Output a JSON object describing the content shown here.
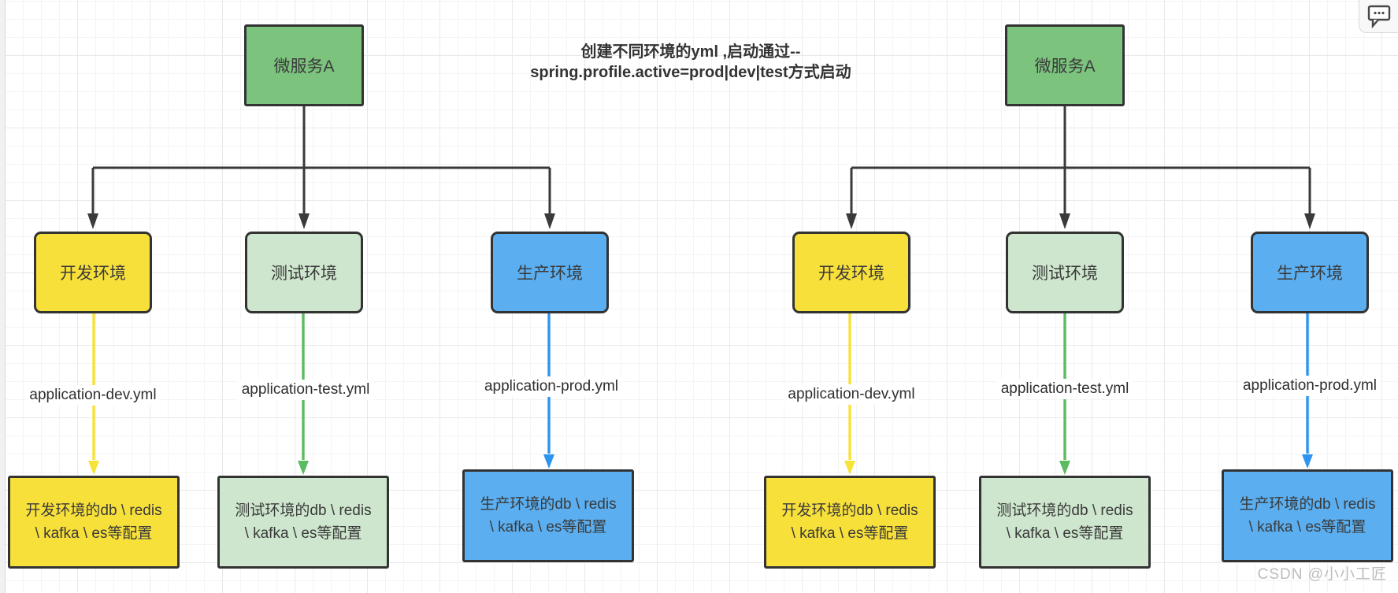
{
  "title": {
    "line1": "创建不同环境的yml ,启动通过--",
    "line2": "spring.profile.active=prod|dev|test方式启动"
  },
  "watermark": "CSDN @小小工匠",
  "toolbar": {
    "comment_icon": "comment-bubble"
  },
  "colors": {
    "service_fill": "#7cc47e",
    "dev_fill": "#f8e03a",
    "test_fill": "#cde6cd",
    "prod_fill": "#5baff0",
    "dev_arrow": "#f7e239",
    "test_arrow": "#5cbb61",
    "prod_arrow": "#2d94ef",
    "connector": "#3a3a3a",
    "border": "#333333"
  },
  "diagrams": [
    {
      "service_box": "微服务A",
      "environments": [
        {
          "name": "开发环境",
          "yml": "application-dev.yml",
          "config_line1": "开发环境的db \\ redis",
          "config_line2": "\\ kafka \\ es等配置"
        },
        {
          "name": "测试环境",
          "yml": "application-test.yml",
          "config_line1": "测试环境的db \\ redis",
          "config_line2": "\\ kafka \\ es等配置"
        },
        {
          "name": "生产环境",
          "yml": "application-prod.yml",
          "config_line1": "生产环境的db \\ redis",
          "config_line2": "\\ kafka \\ es等配置"
        }
      ]
    },
    {
      "service_box": "微服务A",
      "environments": [
        {
          "name": "开发环境",
          "yml": "application-dev.yml",
          "config_line1": "开发环境的db \\ redis",
          "config_line2": "\\ kafka \\ es等配置"
        },
        {
          "name": "测试环境",
          "yml": "application-test.yml",
          "config_line1": "测试环境的db \\ redis",
          "config_line2": "\\ kafka \\ es等配置"
        },
        {
          "name": "生产环境",
          "yml": "application-prod.yml",
          "config_line1": "生产环境的db \\ redis",
          "config_line2": "\\ kafka \\ es等配置"
        }
      ]
    }
  ]
}
